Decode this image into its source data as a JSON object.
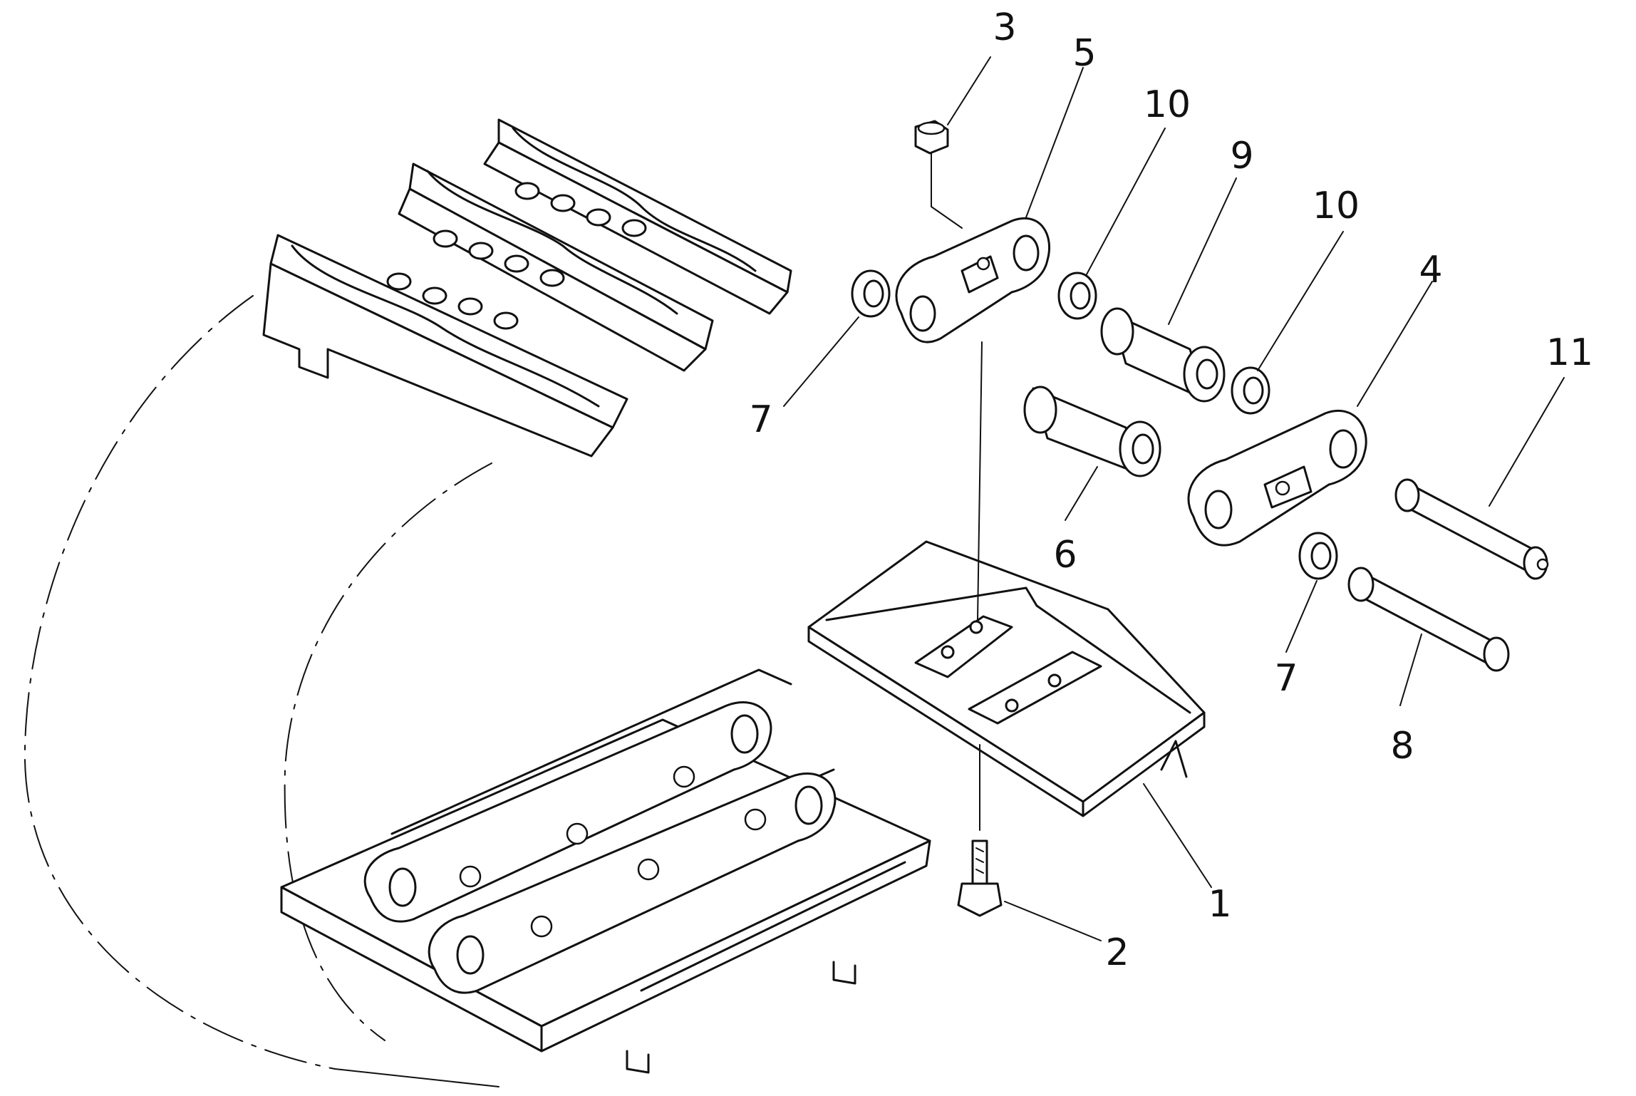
{
  "callouts": [
    {
      "id": "3",
      "label": "3",
      "part": "nut"
    },
    {
      "id": "5",
      "label": "5",
      "part": "link-upper"
    },
    {
      "id": "10a",
      "label": "10",
      "part": "seal-upper"
    },
    {
      "id": "9",
      "label": "9",
      "part": "bushing-upper"
    },
    {
      "id": "10b",
      "label": "10",
      "part": "seal-right"
    },
    {
      "id": "4",
      "label": "4",
      "part": "link-right"
    },
    {
      "id": "11",
      "label": "11",
      "part": "master-pin"
    },
    {
      "id": "7a",
      "label": "7",
      "part": "spacer-left"
    },
    {
      "id": "6",
      "label": "6",
      "part": "bushing-lower"
    },
    {
      "id": "7b",
      "label": "7",
      "part": "spacer-right"
    },
    {
      "id": "8",
      "label": "8",
      "part": "pin"
    },
    {
      "id": "1",
      "label": "1",
      "part": "track-shoe"
    },
    {
      "id": "2",
      "label": "2",
      "part": "shoe-bolt"
    }
  ]
}
